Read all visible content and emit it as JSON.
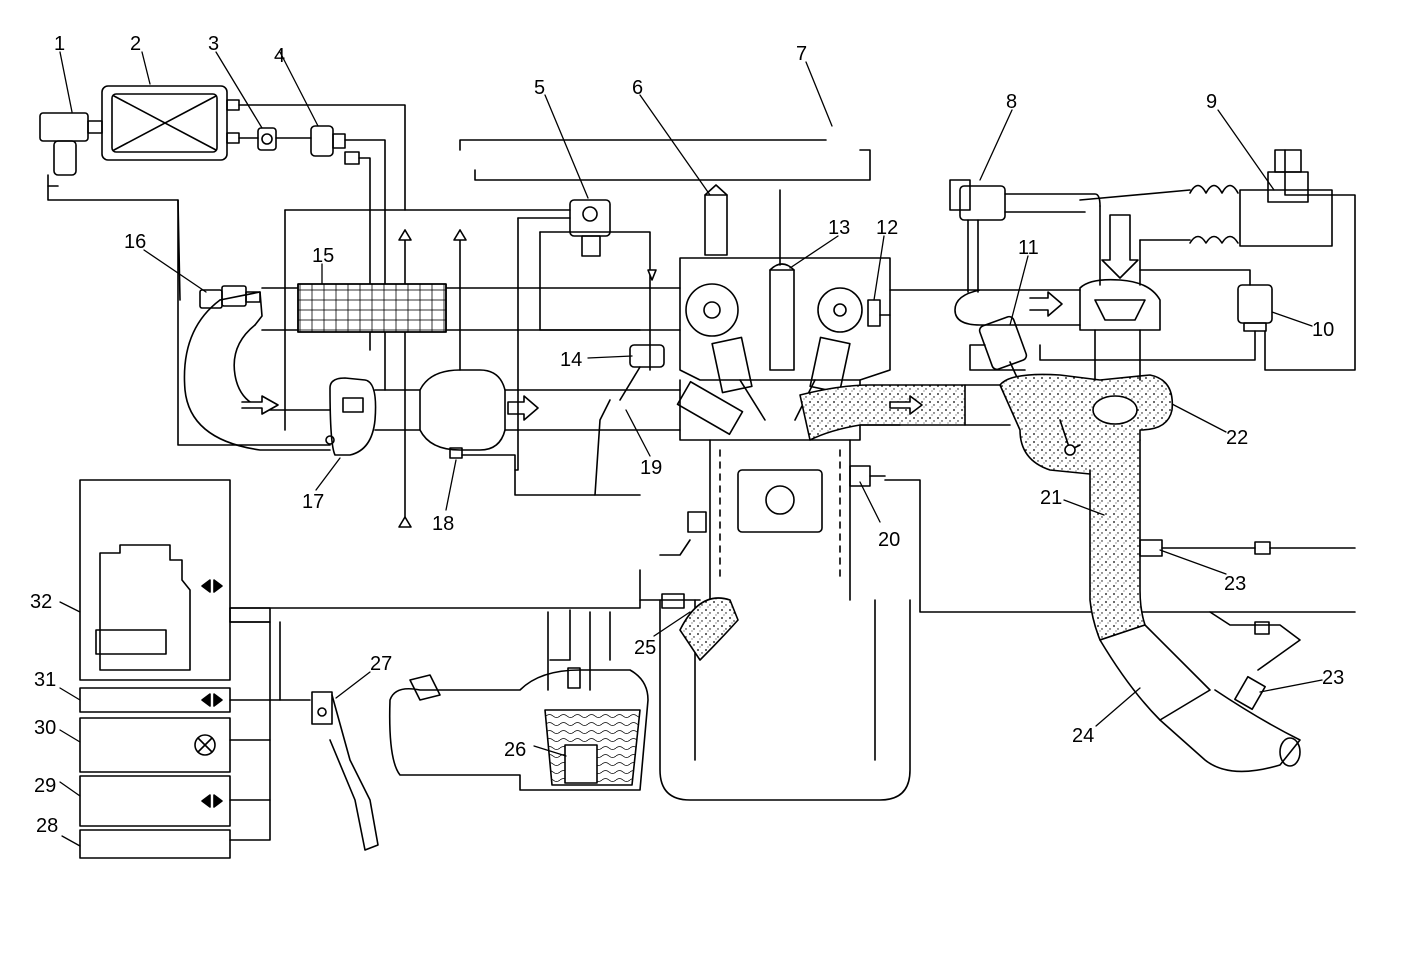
{
  "diagram": {
    "callouts": [
      "1",
      "2",
      "3",
      "4",
      "5",
      "6",
      "7",
      "8",
      "9",
      "10",
      "11",
      "12",
      "13",
      "14",
      "15",
      "16",
      "17",
      "18",
      "19",
      "20",
      "21",
      "22",
      "23",
      "23",
      "24",
      "25",
      "26",
      "27",
      "28",
      "29",
      "30",
      "31",
      "32"
    ],
    "colors": {
      "stroke": "#000000",
      "background": "#ffffff",
      "exhaust_fill": "#d9d9d9"
    },
    "symbols": {
      "bidirectional": "bidirectional-arrows-icon",
      "warning_lamp": "lamp-icon"
    }
  }
}
